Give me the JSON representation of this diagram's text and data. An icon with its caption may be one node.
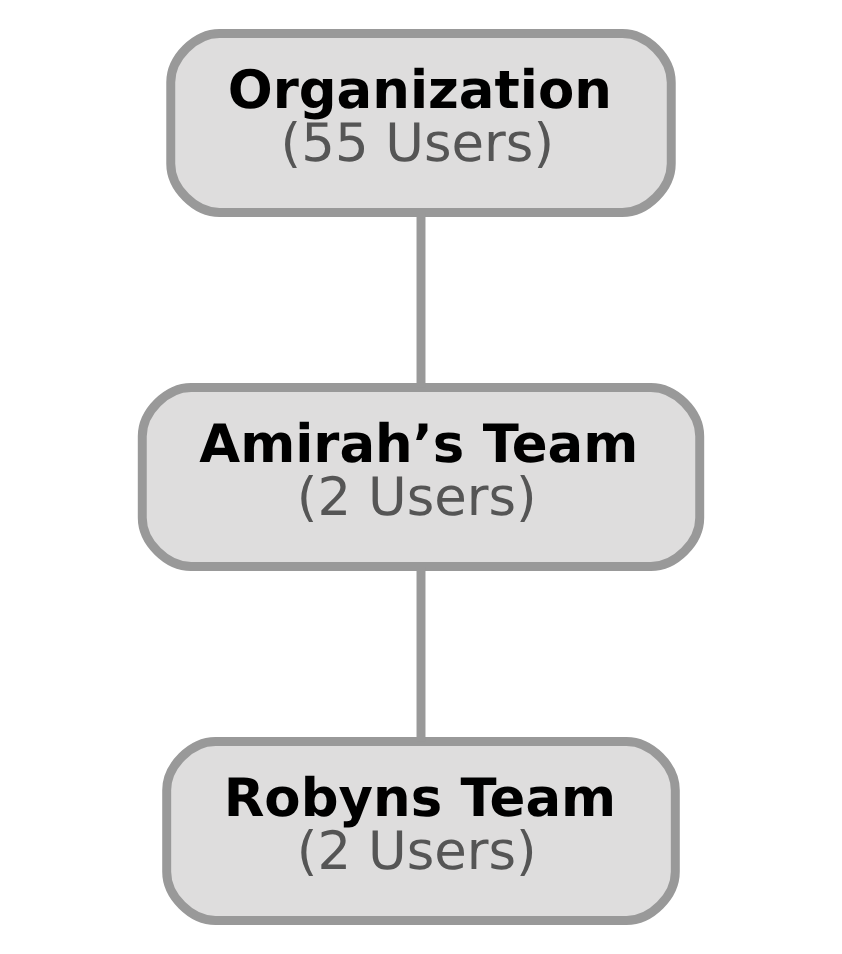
{
  "diagram": {
    "nodes": [
      {
        "text": [
          "Organization",
          "(55 Users)"
        ]
      },
      {
        "text": [
          "Amirah’s Team",
          "(2 Users)"
        ]
      },
      {
        "text": [
          "Robyns Team",
          "(2 Users)"
        ]
      }
    ],
    "edges": [
      {
        "from": 0,
        "to": 1,
        "arrow": "none"
      },
      {
        "from": 1,
        "to": 2,
        "arrow": "none"
      }
    ]
  }
}
